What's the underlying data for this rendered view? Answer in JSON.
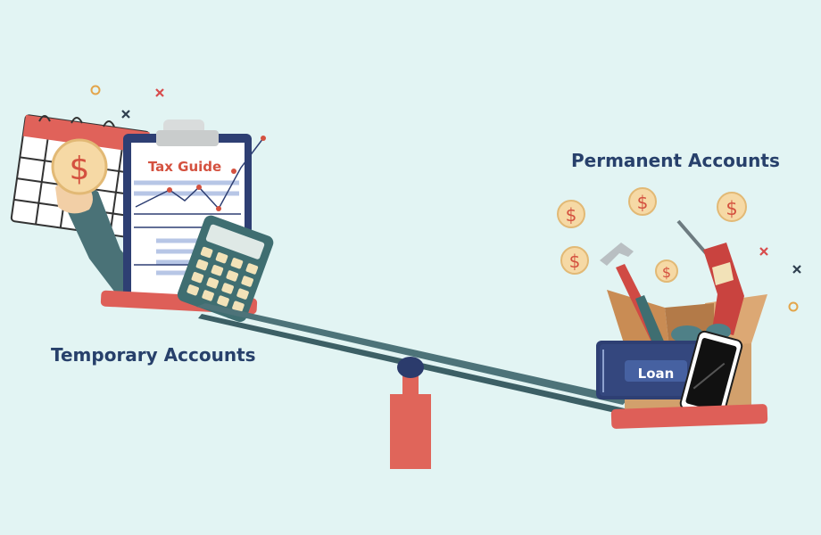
{
  "labels": {
    "temporary": "Temporary Accounts",
    "permanent": "Permanent Accounts"
  },
  "clipboard": {
    "title": "Tax Guide"
  },
  "book": {
    "title": "Loan"
  },
  "coin_symbol": "$",
  "colors": {
    "background": "#e2f4f3",
    "label_text": "#27406b",
    "seesaw_platform": "#de5f58",
    "seesaw_beam": "#4d7379",
    "fulcrum": "#e0655a",
    "coin": "#f6d9a5",
    "coin_symbol": "#d4513f"
  },
  "icons": [
    "calendar-icon",
    "coin-icon",
    "hand-icon",
    "clipboard-icon",
    "line-chart-icon",
    "calculator-icon",
    "hammer-icon",
    "drill-icon",
    "box-icon",
    "book-icon",
    "phone-icon",
    "sparkle-icon"
  ]
}
